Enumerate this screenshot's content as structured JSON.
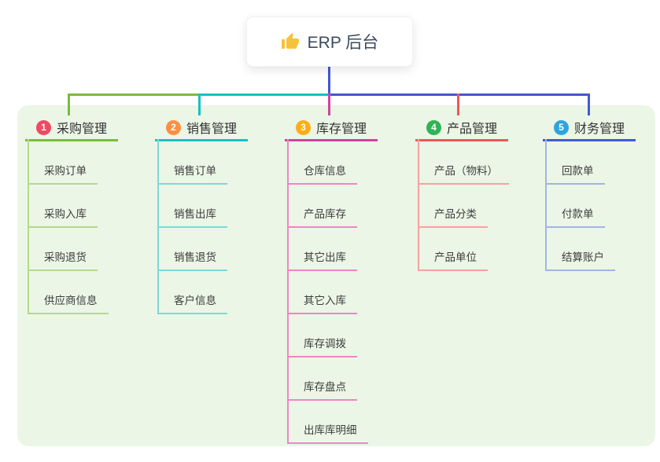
{
  "root": {
    "label": "ERP 后台",
    "icon": "thumbs-up",
    "icon_color": "#f5c33b",
    "text_color": "#3d4b5e"
  },
  "connectors": {
    "root_color": "#4356d4"
  },
  "canvas": {
    "background": "#ffffff",
    "panel_color": "#ebf6e6"
  },
  "branches": [
    {
      "num": "1",
      "label": "采购管理",
      "badge_color": "#ee4a63",
      "line_color": "#7cbb3f",
      "child_line_color": "#b3d98c",
      "children": [
        "采购订单",
        "采购入库",
        "采购退货",
        "供应商信息"
      ]
    },
    {
      "num": "2",
      "label": "销售管理",
      "badge_color": "#fd8f42",
      "line_color": "#17c1c1",
      "child_line_color": "#7fd9d6",
      "children": [
        "销售订单",
        "销售出库",
        "销售退货",
        "客户信息"
      ]
    },
    {
      "num": "3",
      "label": "库存管理",
      "badge_color": "#ffad17",
      "line_color": "#d2429e",
      "child_line_color": "#ee86c4",
      "children": [
        "仓库信息",
        "产品库存",
        "其它出库",
        "其它入库",
        "库存调拨",
        "库存盘点",
        "出库库明细"
      ]
    },
    {
      "num": "4",
      "label": "产品管理",
      "badge_color": "#30b355",
      "line_color": "#f2555a",
      "child_line_color": "#f7a1a1",
      "children": [
        "产品（物料）",
        "产品分类",
        "产品单位"
      ]
    },
    {
      "num": "5",
      "label": "财务管理",
      "badge_color": "#2ea4dd",
      "line_color": "#4459d7",
      "child_line_color": "#9fb6e6",
      "children": [
        "回款单",
        "付款单",
        "结算账户"
      ]
    }
  ]
}
